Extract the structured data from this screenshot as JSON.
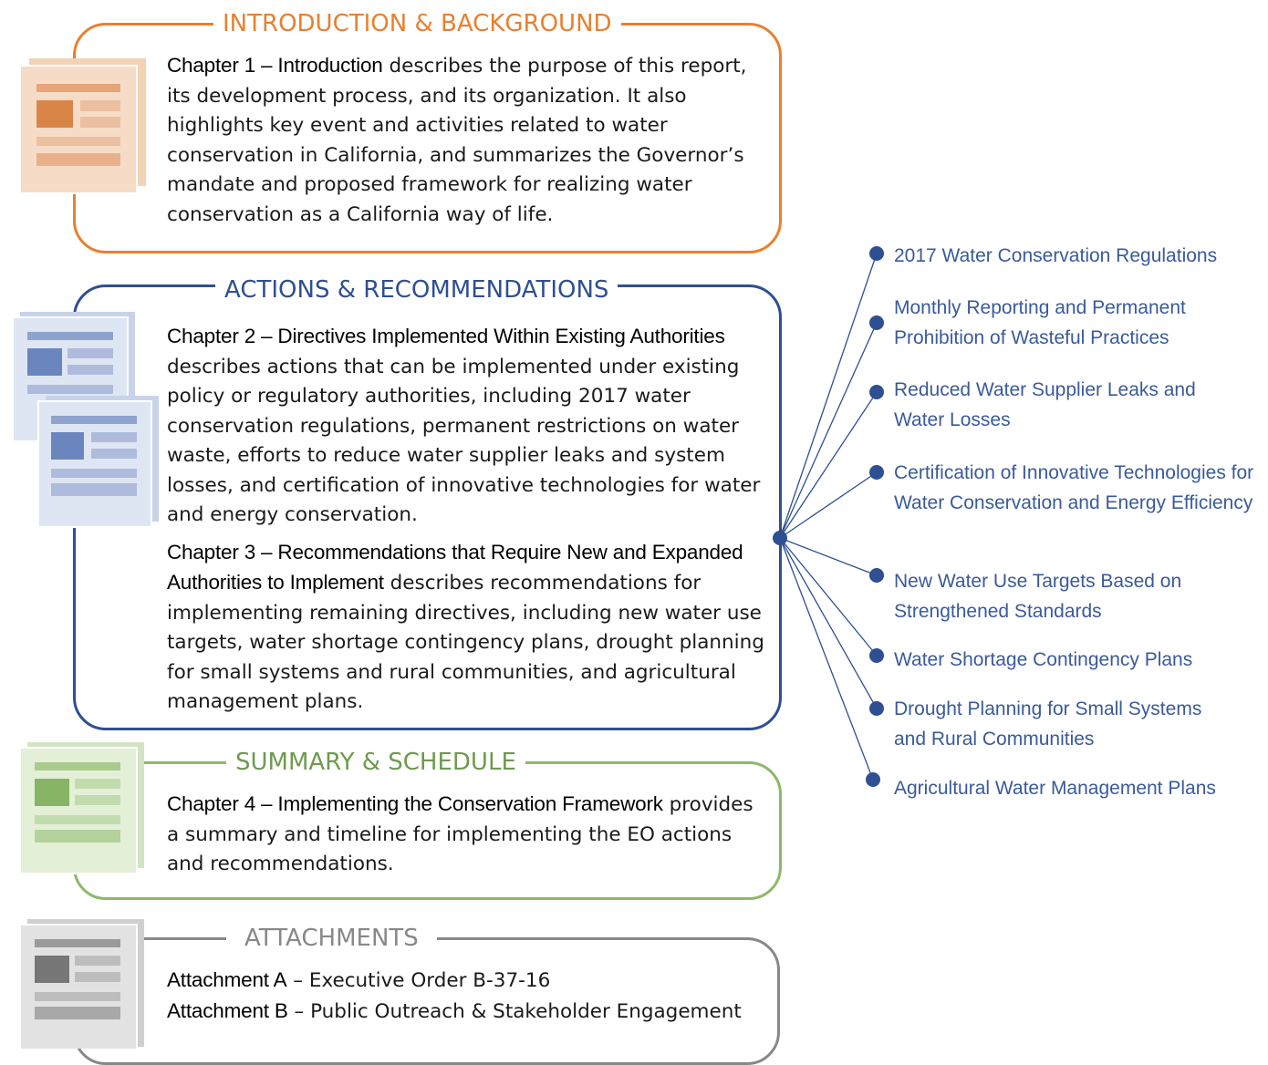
{
  "sections": {
    "intro": {
      "title": "INTRODUCTION & BACKGROUND",
      "color": "#e8802f",
      "chapters": [
        {
          "title": "Chapter 1 – Introduction",
          "text": " describes the purpose of this report, its development process, and its organization. It also highlights key event and activities related to water conservation in California, and summarizes the Governor’s mandate and proposed framework for realizing water conservation as a California way of life."
        }
      ]
    },
    "actions": {
      "title": "ACTIONS & RECOMMENDATIONS",
      "color": "#2e4f92",
      "chapters": [
        {
          "title": "Chapter 2 – Directives Implemented Within Existing Authorities",
          "text": "  describes actions that can be implemented under existing policy or regulatory authorities, including 2017 water conservation regulations, permanent restrictions on water waste, efforts to reduce water supplier leaks and system losses, and certification of innovative technologies for water and energy conservation."
        },
        {
          "title": "Chapter 3 – Recommendations that Require New and Expanded Authorities to Implement",
          "text": "  describes recommendations for implementing remaining directives, including new water use targets, water shortage contingency plans, drought planning for small systems and rural communities, and agricultural management plans."
        }
      ]
    },
    "summary": {
      "title": "SUMMARY & SCHEDULE",
      "color": "#8db86a",
      "chapters": [
        {
          "title": "Chapter 4 – Implementing the Conservation Framework",
          "text": " provides a summary and timeline for implementing the EO actions and recommendations."
        }
      ]
    },
    "attachments": {
      "title": "ATTACHMENTS",
      "color": "#888888",
      "items": [
        {
          "title": "Attachment A",
          "text": " – Executive Order B-37-16"
        },
        {
          "title": "Attachment B",
          "text": " – Public Outreach & Stakeholder Engagement"
        }
      ]
    }
  },
  "directives": {
    "color": "#2e4f92",
    "text_color": "#3a5a9a",
    "items": [
      "2017 Water Conservation Regulations",
      "Monthly Reporting and Permanent Prohibition of Wasteful Practices",
      "Reduced Water Supplier Leaks and Water Losses",
      "Certification of Innovative Technologies for Water Conservation and Energy Efficiency",
      "New Water Use Targets Based on Strengthened Standards",
      "Water Shortage Contingency Plans",
      "Drought Planning for Small Systems and Rural Communities",
      "Agricultural Water Management Plans"
    ]
  },
  "icons": [
    "document-icon-orange",
    "document-icon-blue",
    "document-icon-blue",
    "document-icon-green",
    "document-icon-gray"
  ]
}
